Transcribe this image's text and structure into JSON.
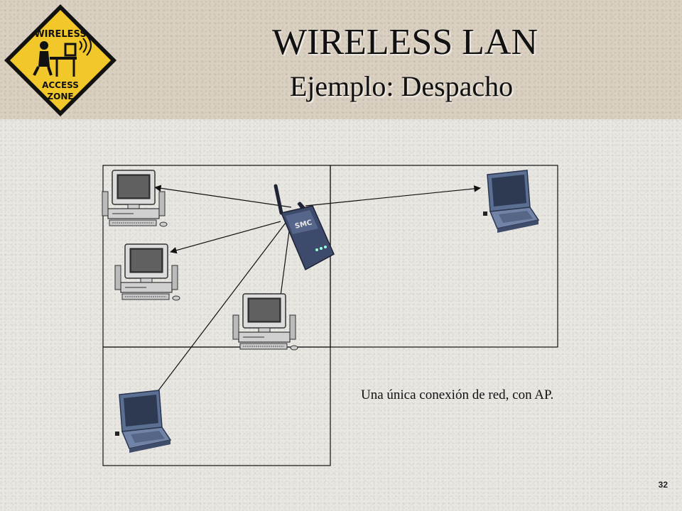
{
  "slide": {
    "title": "WIRELESS LAN",
    "subtitle": "Ejemplo: Despacho",
    "caption": "Una única conexión de red, con AP.",
    "page_number": "32"
  },
  "logo": {
    "line1": "WIRELESS",
    "line2": "ACCESS",
    "line3": "ZONE",
    "icon": "wireless-access-zone-sign"
  },
  "access_point": {
    "brand": "SMC",
    "icon": "wireless-access-point"
  },
  "colors": {
    "logo_yellow": "#f2c72a",
    "logo_border": "#1a1a1a",
    "laptop_blue": "#5b6f93",
    "monitor_gray": "#d8d8d8",
    "ap_dark": "#3d4a6b"
  }
}
